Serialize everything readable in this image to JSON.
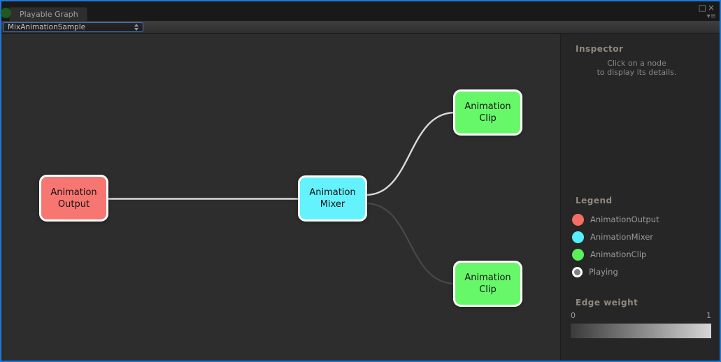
{
  "window": {
    "title_tab": "Playable Graph",
    "controls": {
      "maximize_icon": "□",
      "close_icon": "×",
      "dropdown_icon": "▾",
      "menu_icon": "≡"
    }
  },
  "toolbar": {
    "graph_selector_value": "MixAnimationSample"
  },
  "graph": {
    "nodes": [
      {
        "id": "output",
        "label": "Animation Output",
        "type": "AnimationOutput",
        "color": "#f87672"
      },
      {
        "id": "mixer",
        "label": "Animation Mixer",
        "type": "AnimationMixer",
        "color": "#63f2fe"
      },
      {
        "id": "clip-top",
        "label": "Animation Clip",
        "type": "AnimationClip",
        "color": "#67f86a"
      },
      {
        "id": "clip-bottom",
        "label": "Animation Clip",
        "type": "AnimationClip",
        "color": "#67f86a"
      }
    ],
    "edges": [
      {
        "from": "Animation Output",
        "to": "Animation Mixer",
        "color": "#d9d9d9"
      },
      {
        "from": "Animation Mixer",
        "to": "Animation Clip (top)",
        "color": "#d9d9d9"
      },
      {
        "from": "Animation Mixer",
        "to": "Animation Clip (bottom)",
        "color": "#484848"
      }
    ]
  },
  "inspector": {
    "title": "Inspector",
    "hint_line1": "Click on a node",
    "hint_line2": "to display its details."
  },
  "legend": {
    "title": "Legend",
    "items": [
      {
        "label": "AnimationOutput",
        "color": "#f56d66",
        "ring": false
      },
      {
        "label": "AnimationMixer",
        "color": "#55eefe",
        "ring": false
      },
      {
        "label": "AnimationClip",
        "color": "#5bf05b",
        "ring": false
      },
      {
        "label": "Playing",
        "color": "#808080",
        "ring": true
      }
    ]
  },
  "edge_weight": {
    "title": "Edge weight",
    "min_label": "0",
    "max_label": "1",
    "gradient_from": "#3a3a3a",
    "gradient_to": "#d6d6d6"
  }
}
